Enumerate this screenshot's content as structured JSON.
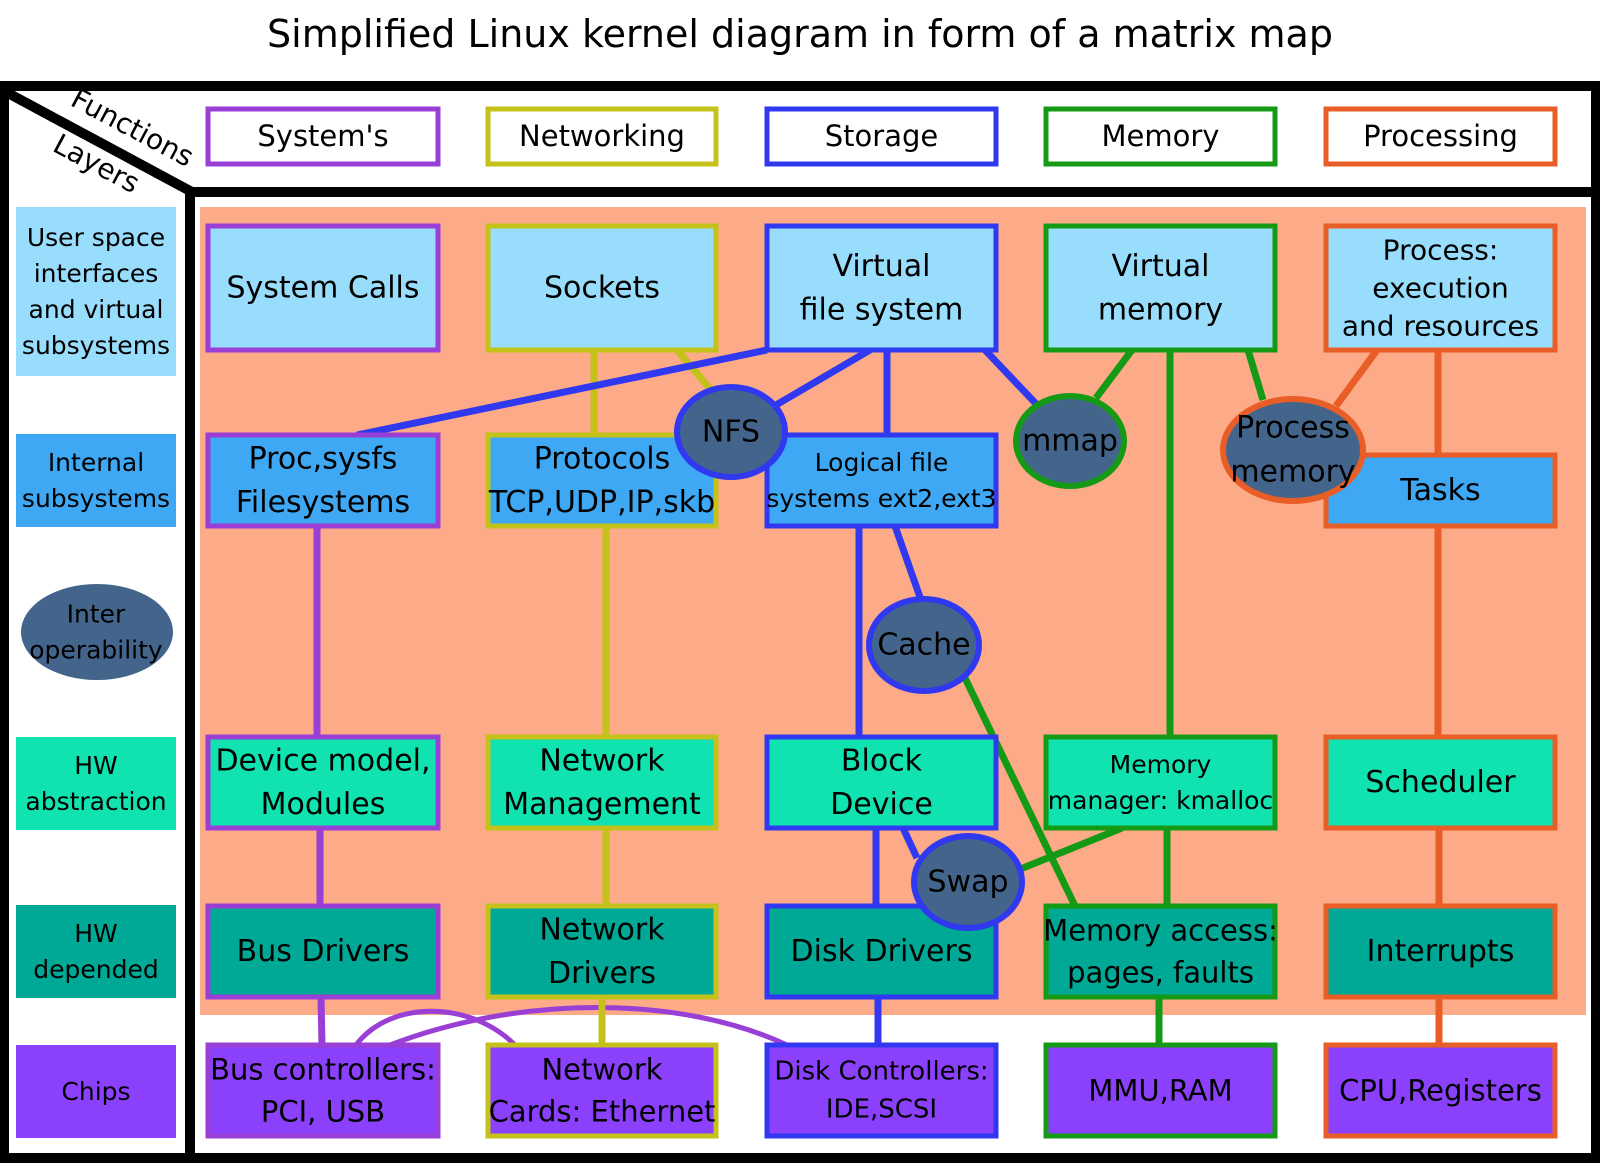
{
  "title": "Simplified Linux kernel diagram in form of a matrix map",
  "corner": {
    "top_label": "Functions",
    "bottom_label": "Layers"
  },
  "colors": {
    "systems": "#9a3fd6",
    "networking": "#c4c21a",
    "storage": "#3038f0",
    "memory": "#149a14",
    "processing": "#e85e26",
    "layer_user": "#99ddfc",
    "layer_internal": "#3ea8f4",
    "layer_interop": "#43658b",
    "layer_hw_abstraction": "#10e3b0",
    "layer_hw_depended": "#00a896",
    "layer_chips": "#8b40fc",
    "kernel_area": "#fcaa88"
  },
  "columns": [
    {
      "id": "systems",
      "label": "System's"
    },
    {
      "id": "networking",
      "label": "Networking"
    },
    {
      "id": "storage",
      "label": "Storage"
    },
    {
      "id": "memory",
      "label": "Memory"
    },
    {
      "id": "processing",
      "label": "Processing"
    }
  ],
  "layers": [
    {
      "id": "user",
      "lines": [
        "User space",
        "interfaces",
        "and virtual",
        "subsystems"
      ]
    },
    {
      "id": "internal",
      "lines": [
        "Internal",
        "subsystems"
      ]
    },
    {
      "id": "interop",
      "lines": [
        "Inter",
        "operability"
      ]
    },
    {
      "id": "hw_abstraction",
      "lines": [
        "HW",
        "abstraction"
      ]
    },
    {
      "id": "hw_depended",
      "lines": [
        "HW",
        "depended"
      ]
    },
    {
      "id": "chips",
      "lines": [
        "Chips"
      ]
    }
  ],
  "nodes": [
    {
      "id": "system-calls",
      "col": "systems",
      "layer": "user",
      "lines": [
        "System Calls"
      ]
    },
    {
      "id": "sockets",
      "col": "networking",
      "layer": "user",
      "lines": [
        "Sockets"
      ]
    },
    {
      "id": "virtual-file-system",
      "col": "storage",
      "layer": "user",
      "lines": [
        "Virtual",
        "file system"
      ]
    },
    {
      "id": "virtual-memory",
      "col": "memory",
      "layer": "user",
      "lines": [
        "Virtual",
        "memory"
      ]
    },
    {
      "id": "process-execution",
      "col": "processing",
      "layer": "user",
      "lines": [
        "Process:",
        "execution",
        "and resources"
      ]
    },
    {
      "id": "proc-sysfs",
      "col": "systems",
      "layer": "internal",
      "lines": [
        "Proc,sysfs",
        "Filesystems"
      ]
    },
    {
      "id": "protocols",
      "col": "networking",
      "layer": "internal",
      "lines": [
        "Protocols",
        "TCP,UDP,IP,skb"
      ]
    },
    {
      "id": "logical-file-systems",
      "col": "storage",
      "layer": "internal",
      "lines": [
        "Logical file",
        "systems ext2,ext3"
      ]
    },
    {
      "id": "tasks",
      "col": "processing",
      "layer": "internal",
      "lines": [
        "Tasks"
      ]
    },
    {
      "id": "device-model",
      "col": "systems",
      "layer": "hw_abstraction",
      "lines": [
        "Device model,",
        "Modules"
      ]
    },
    {
      "id": "network-management",
      "col": "networking",
      "layer": "hw_abstraction",
      "lines": [
        "Network",
        "Management"
      ]
    },
    {
      "id": "block-device",
      "col": "storage",
      "layer": "hw_abstraction",
      "lines": [
        "Block",
        "Device"
      ]
    },
    {
      "id": "memory-manager",
      "col": "memory",
      "layer": "hw_abstraction",
      "lines": [
        "Memory",
        "manager: kmalloc"
      ]
    },
    {
      "id": "scheduler",
      "col": "processing",
      "layer": "hw_abstraction",
      "lines": [
        "Scheduler"
      ]
    },
    {
      "id": "bus-drivers",
      "col": "systems",
      "layer": "hw_depended",
      "lines": [
        "Bus Drivers"
      ]
    },
    {
      "id": "network-drivers",
      "col": "networking",
      "layer": "hw_depended",
      "lines": [
        "Network",
        "Drivers"
      ]
    },
    {
      "id": "disk-drivers",
      "col": "storage",
      "layer": "hw_depended",
      "lines": [
        "Disk Drivers"
      ]
    },
    {
      "id": "memory-access",
      "col": "memory",
      "layer": "hw_depended",
      "lines": [
        "Memory access:",
        "pages, faults"
      ]
    },
    {
      "id": "interrupts",
      "col": "processing",
      "layer": "hw_depended",
      "lines": [
        "Interrupts"
      ]
    },
    {
      "id": "bus-controllers",
      "col": "systems",
      "layer": "chips",
      "lines": [
        "Bus controllers:",
        "PCI, USB"
      ]
    },
    {
      "id": "network-cards",
      "col": "networking",
      "layer": "chips",
      "lines": [
        "Network",
        "Cards: Ethernet"
      ]
    },
    {
      "id": "disk-controllers",
      "col": "storage",
      "layer": "chips",
      "lines": [
        "Disk Controllers:",
        "IDE,SCSI"
      ]
    },
    {
      "id": "mmu-ram",
      "col": "memory",
      "layer": "chips",
      "lines": [
        "MMU,RAM"
      ]
    },
    {
      "id": "cpu-registers",
      "col": "processing",
      "layer": "chips",
      "lines": [
        "CPU,Registers"
      ]
    }
  ],
  "interop_nodes": [
    {
      "id": "nfs",
      "border": "storage",
      "lines": [
        "NFS"
      ]
    },
    {
      "id": "mmap",
      "border": "memory",
      "lines": [
        "mmap"
      ]
    },
    {
      "id": "process-memory",
      "border": "processing",
      "lines": [
        "Process",
        "memory"
      ]
    },
    {
      "id": "cache",
      "border": "storage",
      "lines": [
        "Cache"
      ]
    },
    {
      "id": "swap",
      "border": "storage",
      "lines": [
        "Swap"
      ]
    }
  ],
  "edges": [
    {
      "from": "system-calls",
      "to": "proc-sysfs",
      "color": "storage",
      "via": "virtual-file-system"
    },
    {
      "from": "proc-sysfs",
      "to": "device-model",
      "color": "systems"
    },
    {
      "from": "device-model",
      "to": "bus-drivers",
      "color": "systems"
    },
    {
      "from": "bus-drivers",
      "to": "bus-controllers",
      "color": "systems"
    },
    {
      "from": "bus-controllers",
      "to": "network-cards",
      "color": "systems"
    },
    {
      "from": "bus-controllers",
      "to": "disk-controllers",
      "color": "systems"
    },
    {
      "from": "sockets",
      "to": "protocols",
      "color": "networking"
    },
    {
      "from": "sockets",
      "to": "nfs",
      "color": "networking"
    },
    {
      "from": "protocols",
      "to": "network-management",
      "color": "networking"
    },
    {
      "from": "network-management",
      "to": "network-drivers",
      "color": "networking"
    },
    {
      "from": "network-drivers",
      "to": "network-cards",
      "color": "networking"
    },
    {
      "from": "virtual-file-system",
      "to": "proc-sysfs",
      "color": "storage"
    },
    {
      "from": "virtual-file-system",
      "to": "nfs",
      "color": "storage"
    },
    {
      "from": "virtual-file-system",
      "to": "logical-file-systems",
      "color": "storage"
    },
    {
      "from": "virtual-file-system",
      "to": "mmap",
      "color": "storage"
    },
    {
      "from": "logical-file-systems",
      "to": "block-device",
      "color": "storage"
    },
    {
      "from": "logical-file-systems",
      "to": "cache",
      "color": "storage"
    },
    {
      "from": "block-device",
      "to": "disk-drivers",
      "color": "storage"
    },
    {
      "from": "block-device",
      "to": "swap",
      "color": "storage"
    },
    {
      "from": "disk-drivers",
      "to": "disk-controllers",
      "color": "storage"
    },
    {
      "from": "virtual-memory",
      "to": "mmap",
      "color": "memory"
    },
    {
      "from": "virtual-memory",
      "to": "memory-manager",
      "color": "memory"
    },
    {
      "from": "virtual-memory",
      "to": "process-memory",
      "color": "memory"
    },
    {
      "from": "cache",
      "to": "memory-access",
      "color": "memory"
    },
    {
      "from": "memory-manager",
      "to": "swap",
      "color": "memory"
    },
    {
      "from": "memory-manager",
      "to": "memory-access",
      "color": "memory"
    },
    {
      "from": "memory-access",
      "to": "mmu-ram",
      "color": "memory"
    },
    {
      "from": "process-execution",
      "to": "process-memory",
      "color": "processing"
    },
    {
      "from": "process-execution",
      "to": "tasks",
      "color": "processing"
    },
    {
      "from": "tasks",
      "to": "scheduler",
      "color": "processing"
    },
    {
      "from": "scheduler",
      "to": "interrupts",
      "color": "processing"
    },
    {
      "from": "interrupts",
      "to": "cpu-registers",
      "color": "processing"
    }
  ]
}
